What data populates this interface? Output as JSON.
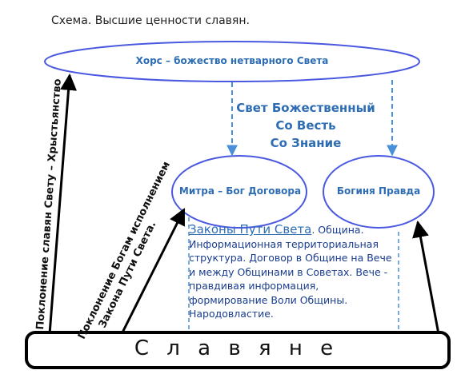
{
  "title": "Схема. Высшие ценности славян.",
  "nodes": {
    "khors": "Хорс – божество нетварного Света",
    "mitra": "Митра – Бог Договора",
    "pravda": "Богиня Правда",
    "slavs": "С л а в я н е"
  },
  "light_text": {
    "line1": "Свет Божественный",
    "line2": "Со Весть",
    "line3": "Со Знание"
  },
  "laws": {
    "heading": "Законы Пути Света",
    "body": ". Община. Информационная территориальная структура. Договор в Общине на Вече и между Общинами в Советах. Вече - правдивая информация, формирование Воли Общины. Народовластие."
  },
  "side_labels": {
    "left": "Поклонение славян Свету – Хрыстьянство",
    "middle_line1": "Поклонение Богам исполнением",
    "middle_line2": "Закона Пути Света."
  },
  "colors": {
    "node_stroke": "#4a59e0",
    "node_text": "#2e6db4",
    "dashed": "#4a90d9",
    "arrow": "#000000"
  }
}
